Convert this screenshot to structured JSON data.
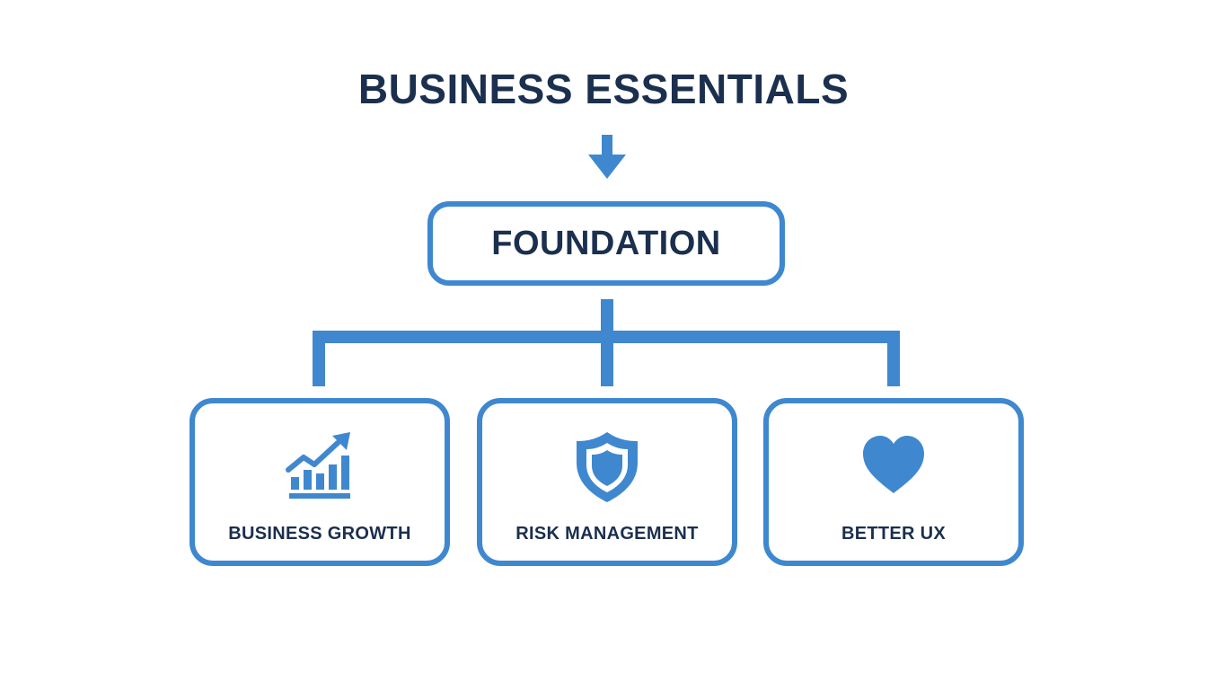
{
  "diagram": {
    "title": "BUSINESS ESSENTIALS",
    "root": {
      "label": "FOUNDATION"
    },
    "children": [
      {
        "label": "BUSINESS GROWTH",
        "icon": "growth-chart-icon"
      },
      {
        "label": "RISK MANAGEMENT",
        "icon": "shield-icon"
      },
      {
        "label": "BETTER UX",
        "icon": "heart-icon"
      }
    ]
  },
  "colors": {
    "accent": "#3f88cf",
    "text": "#1b2f4e",
    "background": "#ffffff"
  }
}
